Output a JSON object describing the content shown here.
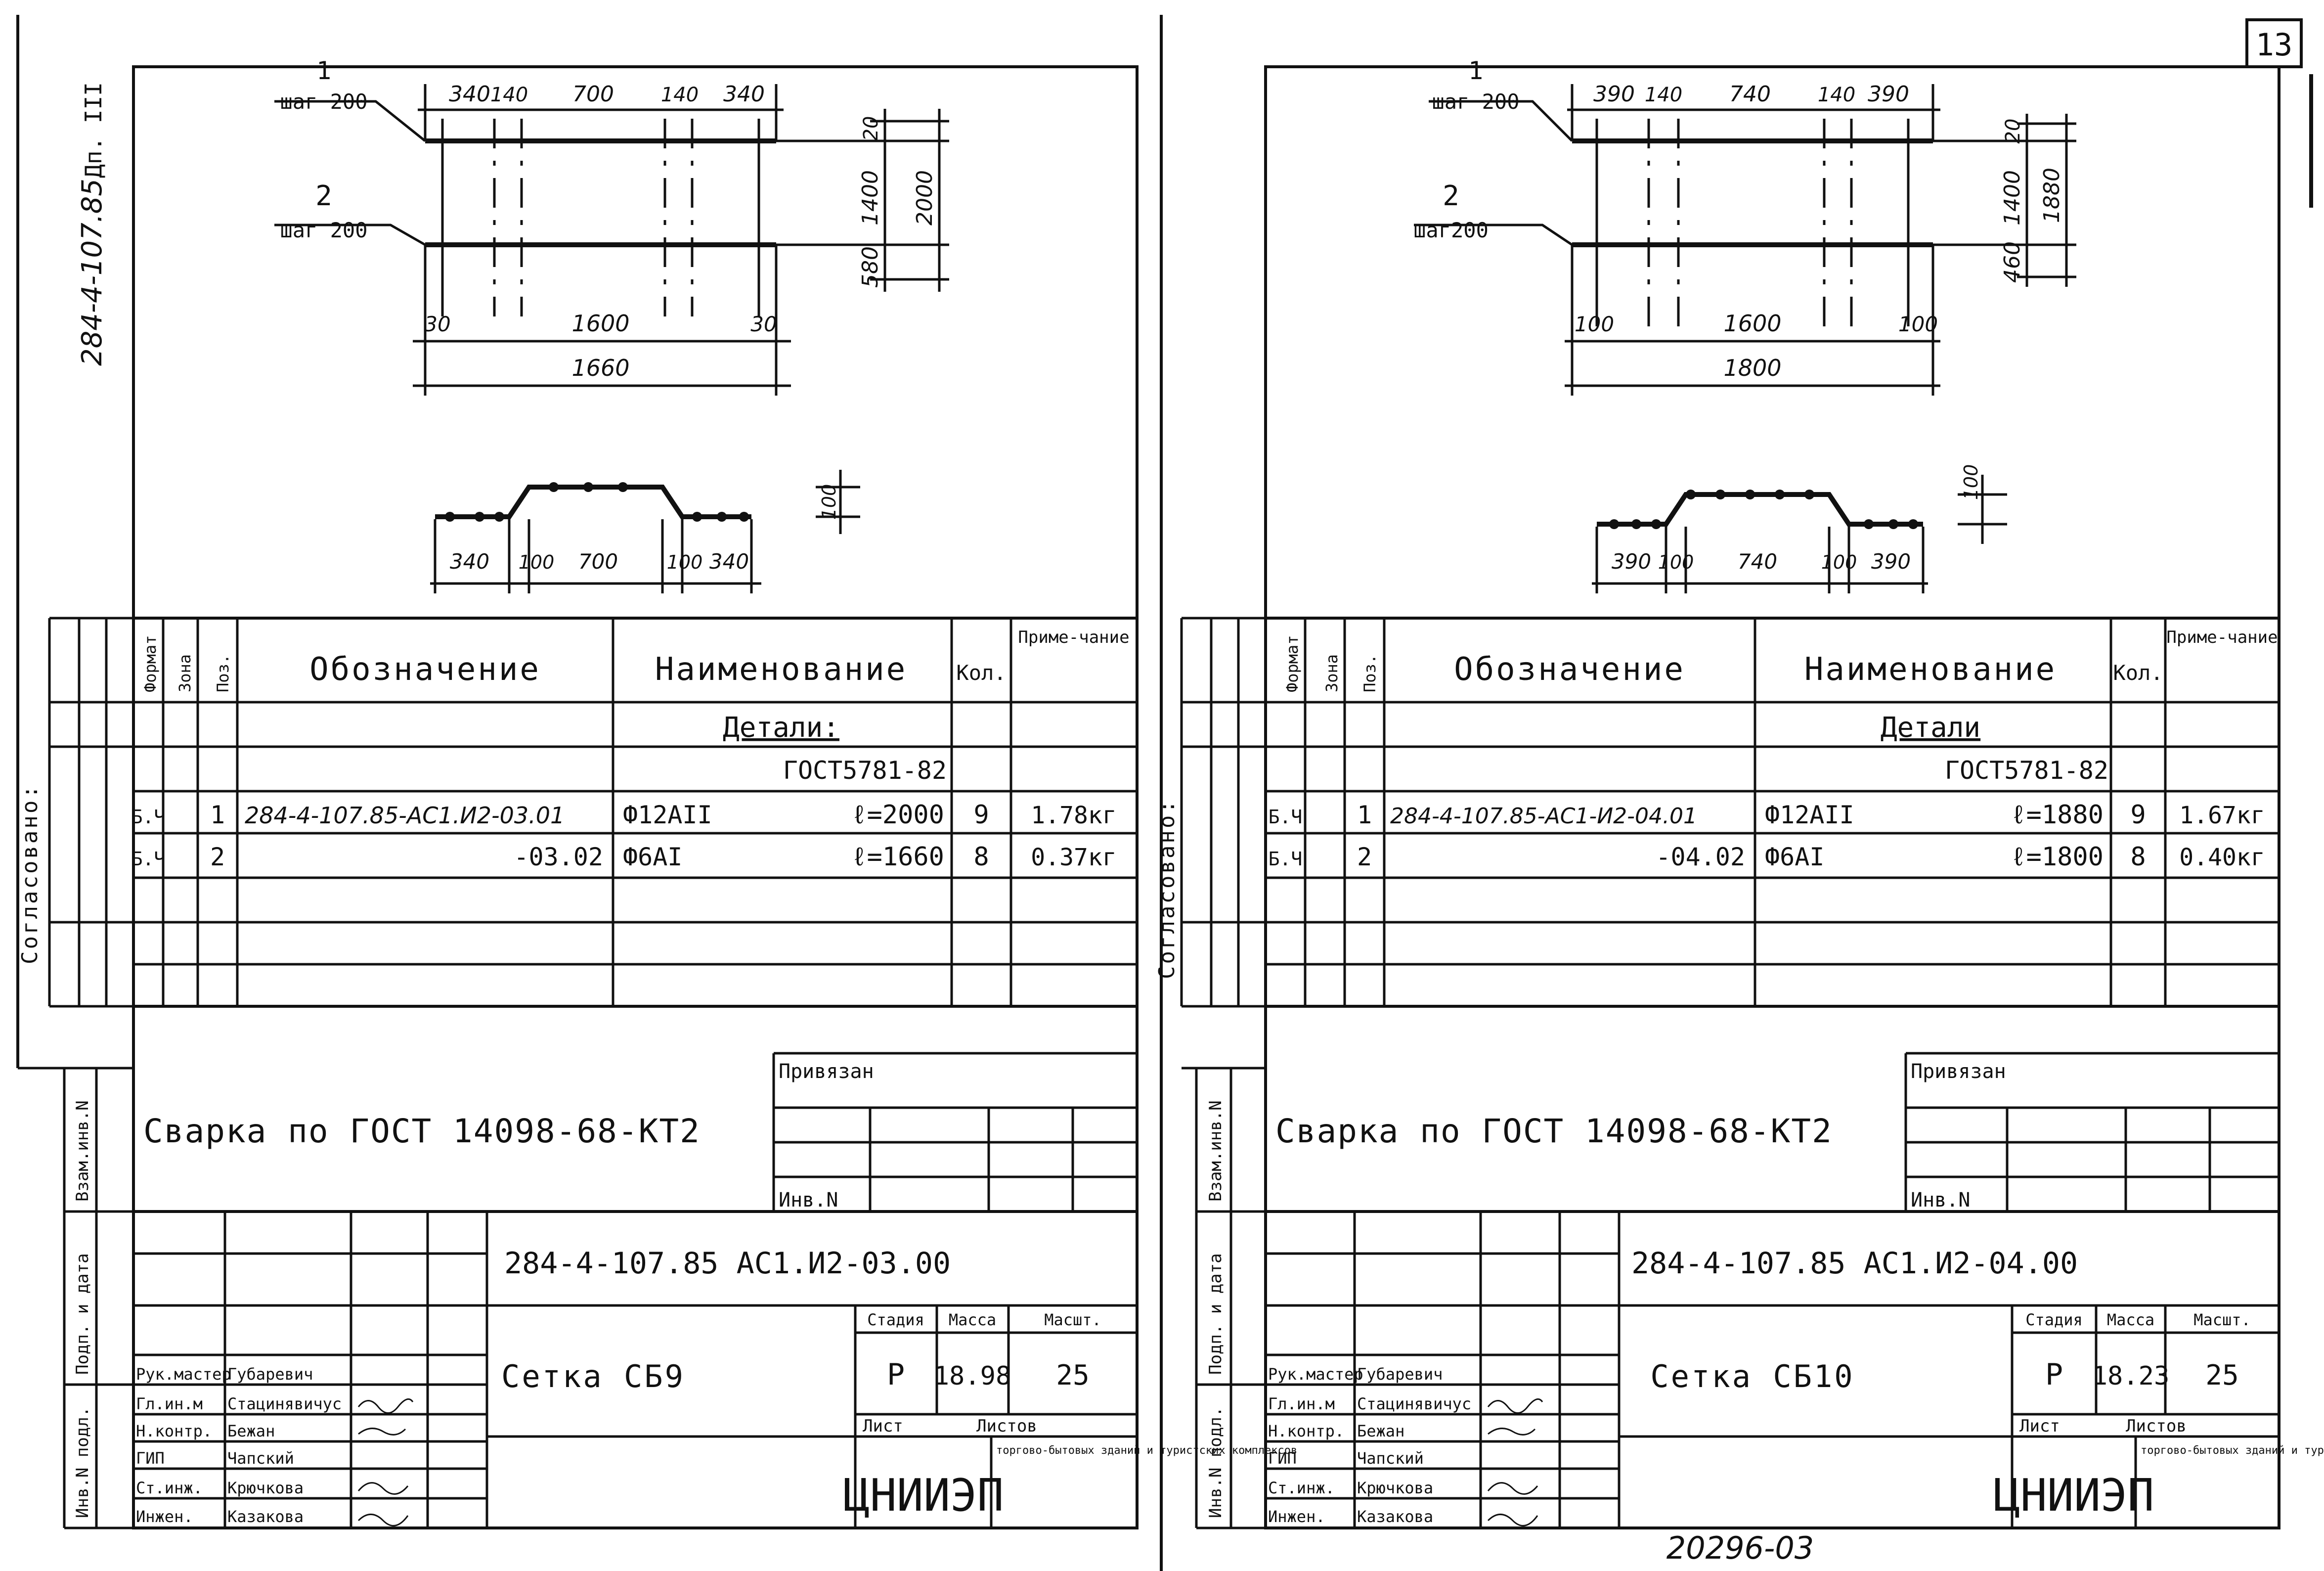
{
  "page_number": "13",
  "footer_code": "20296-03",
  "left": {
    "side_code": "284-4-107.85",
    "side_ref": "Дп. III",
    "dims_top": [
      "340",
      "140",
      "700",
      "140",
      "340"
    ],
    "dims_right": [
      "20",
      "1400",
      "580",
      "2000"
    ],
    "dims_bottom": [
      "30",
      "1600",
      "30",
      "1660"
    ],
    "labels": [
      {
        "num": "1",
        "text": "шаг 200"
      },
      {
        "num": "2",
        "text": "шаг 200"
      }
    ],
    "profile_dims": [
      "340",
      "100",
      "700",
      "100",
      "340"
    ],
    "profile_height": "100",
    "table": {
      "headers": {
        "format": "Формат",
        "zone": "Зона",
        "pos": "Поз.",
        "designation": "Обозначение",
        "name": "Наименование",
        "qty": "Кол.",
        "note": "Приме-чание"
      },
      "section": "Детали:",
      "standard": "ГОСТ5781-82",
      "rows": [
        {
          "format": "Б.Ч",
          "pos": "1",
          "designation": "284-4-107.85-АС1.И2-03.01",
          "name": "Ф12АII",
          "length": "ℓ=2000",
          "qty": "9",
          "note": "1.78кг"
        },
        {
          "format": "Б.Ч",
          "pos": "2",
          "designation": "-03.02",
          "name": "Ф6АI",
          "length": "ℓ=1660",
          "qty": "8",
          "note": "0.37кг"
        }
      ]
    },
    "welding": "Сварка по ГОСТ 14098-68-КТ2",
    "bound": "Привязан",
    "inv": "Инв.N",
    "stamp_code": "284-4-107.85 АС1.И2-03.00",
    "title": "Сетка СБ9",
    "stage_hdr": "Стадия",
    "mass_hdr": "Масса",
    "scale_hdr": "Масшт.",
    "stage": "Р",
    "mass": "18.98",
    "scale": "25",
    "sheet": "Лист",
    "sheets": "Листов",
    "org": "ЦНИИЭП",
    "org_sub": "торгово-бытовых зданий и туристских комплексов",
    "staff": [
      {
        "role": "Рук.мастер",
        "name": "Губаревич"
      },
      {
        "role": "Гл.ин.м",
        "name": "Стацинявичус"
      },
      {
        "role": "Н.контр.",
        "name": "Бежан"
      },
      {
        "role": "ГИП",
        "name": "Чапский"
      },
      {
        "role": "Ст.инж.",
        "name": "Крючкова"
      },
      {
        "role": "Инжен.",
        "name": "Казакова"
      }
    ],
    "agreed": "Согласовано:",
    "vzam": "Взам.инв.N",
    "podp": "Подп. и дата",
    "invpodl": "Инв.N подл."
  },
  "right": {
    "dims_top": [
      "390",
      "140",
      "740",
      "140",
      "390"
    ],
    "dims_right": [
      "20",
      "1400",
      "460",
      "1880"
    ],
    "dims_bottom": [
      "100",
      "1600",
      "100",
      "1800"
    ],
    "labels": [
      {
        "num": "1",
        "text": "шаг 200"
      },
      {
        "num": "2",
        "text": "шаг200"
      }
    ],
    "profile_dims": [
      "390",
      "100",
      "740",
      "100",
      "390"
    ],
    "profile_height": "100",
    "table": {
      "headers": {
        "format": "Формат",
        "zone": "Зона",
        "pos": "Поз.",
        "designation": "Обозначение",
        "name": "Наименование",
        "qty": "Кол.",
        "note": "Приме-чание"
      },
      "section": "Детали",
      "standard": "ГОСТ5781-82",
      "rows": [
        {
          "format": "Б.Ч",
          "pos": "1",
          "designation": "284-4-107.85-АС1-И2-04.01",
          "name": "Ф12АII",
          "length": "ℓ=1880",
          "qty": "9",
          "note": "1.67кг"
        },
        {
          "format": "Б.Ч",
          "pos": "2",
          "designation": "-04.02",
          "name": "Ф6АI",
          "length": "ℓ=1800",
          "qty": "8",
          "note": "0.40кг"
        }
      ]
    },
    "welding": "Сварка по ГОСТ 14098-68-КТ2",
    "bound": "Привязан",
    "inv": "Инв.N",
    "stamp_code": "284-4-107.85 АС1.И2-04.00",
    "title": "Сетка СБ10",
    "stage_hdr": "Стадия",
    "mass_hdr": "Масса",
    "scale_hdr": "Масшт.",
    "stage": "Р",
    "mass": "18.23",
    "scale": "25",
    "sheet": "Лист",
    "sheets": "Листов",
    "org": "ЦНИИЭП",
    "org_sub": "торгово-бытовых зданий и туристских комплексов",
    "staff": [
      {
        "role": "Рук.мастер",
        "name": "Губаревич"
      },
      {
        "role": "Гл.ин.м",
        "name": "Стацинявичус"
      },
      {
        "role": "Н.контр.",
        "name": "Бежан"
      },
      {
        "role": "ГИП",
        "name": "Чапский"
      },
      {
        "role": "Ст.инж.",
        "name": "Крючкова"
      },
      {
        "role": "Инжен.",
        "name": "Казакова"
      }
    ],
    "agreed": "Согласовано:",
    "vzam": "Взам.инв.N",
    "podp": "Подп. и дата",
    "invpodl": "Инв.N подл."
  }
}
